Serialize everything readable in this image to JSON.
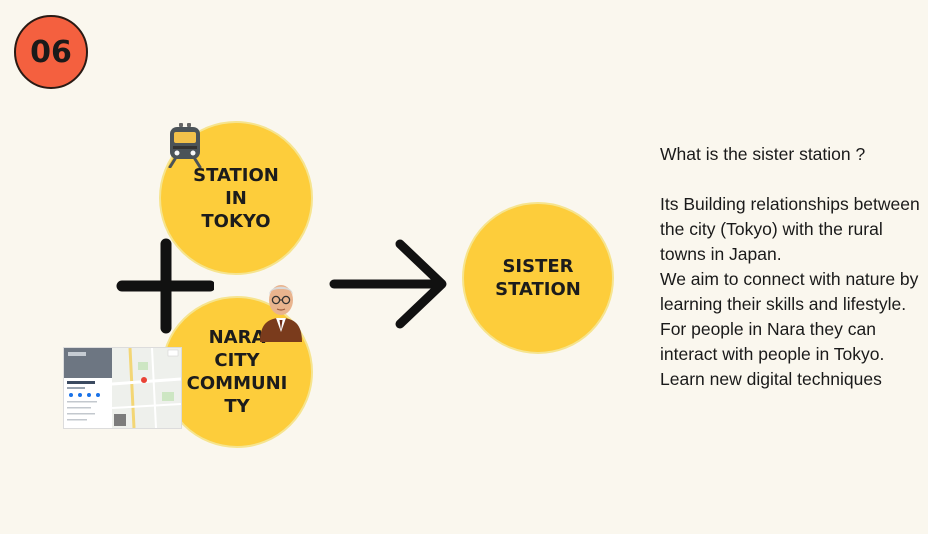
{
  "slide_number": "06",
  "nodes": {
    "tokyo": "STATION\nIN\nTOKYO",
    "nara": "NARA\nCITY\nCOMMUNI\nTY",
    "sister": "SISTER\nSTATION"
  },
  "explanation": {
    "question": "What is the sister station ?",
    "lines": [
      "Its Building relationships between the city (Tokyo) with the rural towns in Japan.",
      "We aim to connect with nature by learning their skills and lifestyle.",
      "For people in Nara they can interact with people in Tokyo.",
      "Learn new digital techniques"
    ]
  },
  "colors": {
    "badge": "#f4603f",
    "circle": "#fdcd3b",
    "background": "#faf7ee",
    "ink": "#1c1c1c"
  },
  "icons": [
    "train-icon",
    "elderly-person-icon",
    "plus-icon",
    "arrow-right-icon",
    "map-screenshot-thumbnail"
  ]
}
